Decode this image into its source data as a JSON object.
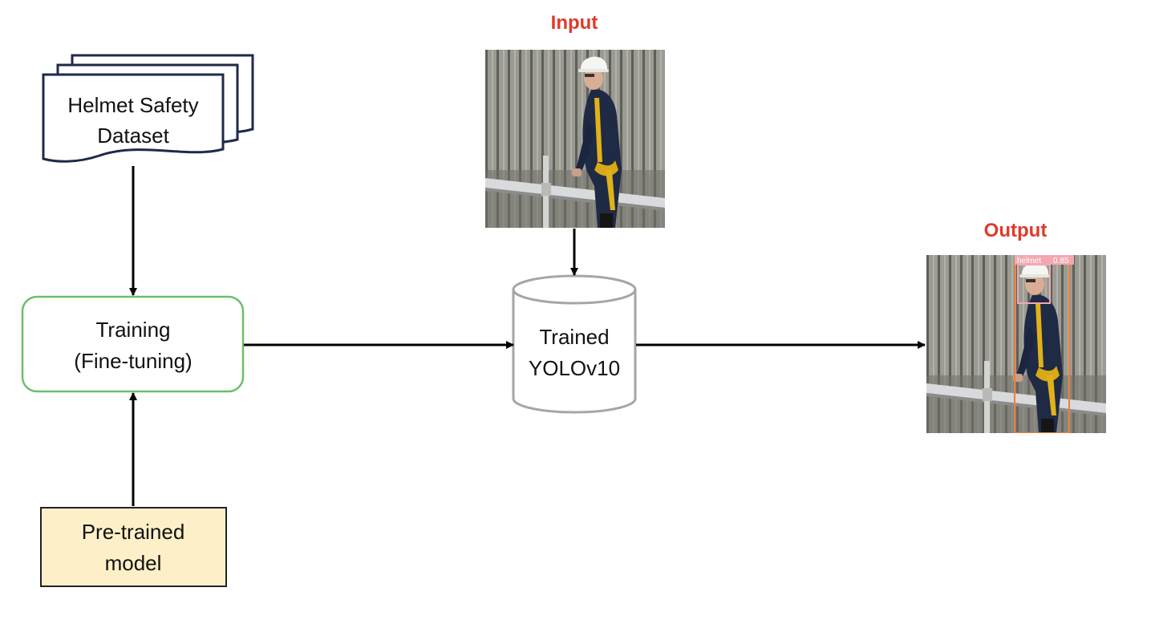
{
  "diagram": {
    "nodes": {
      "dataset": {
        "line1": "Helmet Safety",
        "line2": "Dataset",
        "shape": "multi-document",
        "stroke": "#1f2a4a"
      },
      "training": {
        "line1": "Training",
        "line2": "(Fine-tuning)",
        "shape": "rounded-rectangle",
        "stroke": "#6cbf6a"
      },
      "pretrained": {
        "line1": "Pre-trained",
        "line2": "model",
        "shape": "rectangle",
        "fill": "#fdf0c8",
        "stroke": "#222222"
      },
      "model": {
        "line1": "Trained",
        "line2": "YOLOv10",
        "shape": "cylinder",
        "stroke": "#a6a6a6"
      }
    },
    "input": {
      "heading": "Input",
      "heading_color": "#e03a2a",
      "image": "worker-with-helmet-photo"
    },
    "output": {
      "heading": "Output",
      "heading_color": "#e03a2a",
      "image": "worker-with-helmet-detection-photo",
      "detection_label": "helmet",
      "detection_score": "0.85",
      "helmet_box_color": "#f2a8b0",
      "person_box_color": "#ee7f3a"
    },
    "edges": [
      {
        "from": "dataset",
        "to": "training"
      },
      {
        "from": "pretrained",
        "to": "training"
      },
      {
        "from": "training",
        "to": "model"
      },
      {
        "from": "input",
        "to": "model"
      },
      {
        "from": "model",
        "to": "output"
      }
    ]
  }
}
